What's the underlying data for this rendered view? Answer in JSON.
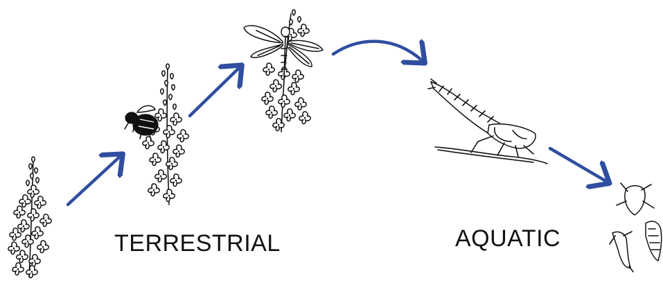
{
  "labels": {
    "terrestrial": "TERRESTRIAL",
    "aquatic": "AQUATIC"
  },
  "colors": {
    "arrow": "#2f4ea0",
    "ink": "#111111",
    "background": "#ffffff"
  },
  "illustrations": [
    "loosestrife-flower-spike",
    "bumblebee-on-flower-spike",
    "dragonfly-on-flower-spike",
    "dragonfly-nymph",
    "aquatic-insects"
  ]
}
